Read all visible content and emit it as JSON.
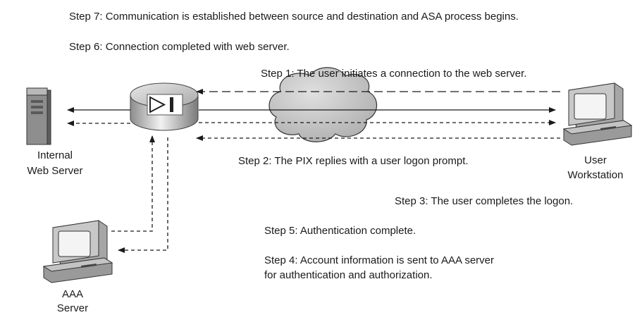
{
  "steps": {
    "step7": "Step 7: Communication is established between source and destination and ASA process begins.",
    "step6": "Step 6: Connection completed with web server.",
    "step1": "Step 1: The user initiates a connection to the web server.",
    "step2": "Step 2: The PIX replies with a user logon prompt.",
    "step3": "Step 3: The user completes the logon.",
    "step5": "Step 5: Authentication complete.",
    "step4_line1": "Step 4: Account information is sent to AAA server",
    "step4_line2": "for authentication and authorization."
  },
  "devices": {
    "web_server_line1": "Internal",
    "web_server_line2": "Web Server",
    "workstation_line1": "User",
    "workstation_line2": "Workstation",
    "aaa_line1": "AAA",
    "aaa_line2": "Server"
  },
  "colors": {
    "line": "#1a1a1a",
    "cloud": "#bdbdbd",
    "device_gray": "#9a9a9a"
  }
}
